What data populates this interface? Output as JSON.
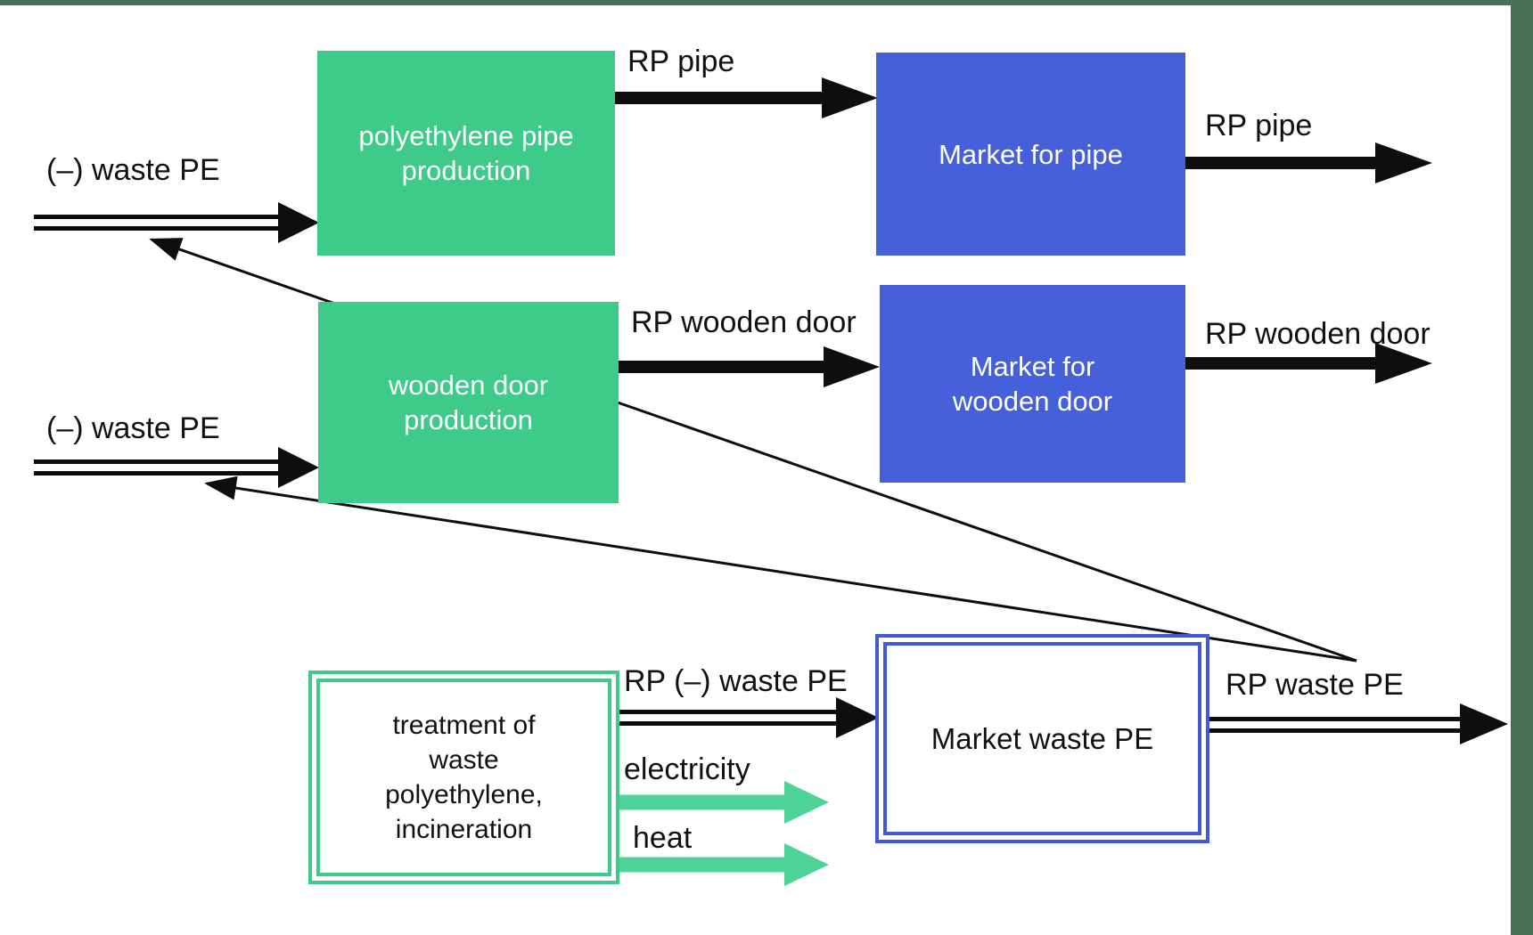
{
  "colors": {
    "background": "#ffffff",
    "green-box": "#3ecb8a",
    "green-arrow": "#4ed398",
    "blue-box": "#4560d8",
    "blue-border": "#4159d6",
    "frame-green": "#4a7053",
    "ink": "#0e0e0e",
    "box-text": "#ffffff",
    "label-text": "#111111"
  },
  "nodes": {
    "poly_pipe_production": {
      "line1": "polyethylene pipe",
      "line2": "production"
    },
    "market_pipe": {
      "line1": "Market for pipe"
    },
    "wooden_door_production": {
      "line1": "wooden door",
      "line2": "production"
    },
    "market_wooden_door": {
      "line1": "Market for",
      "line2": "wooden door"
    },
    "treatment_waste_pe": {
      "line1": "treatment of",
      "line2": "waste",
      "line3": "polyethylene,",
      "line4": "incineration"
    },
    "market_waste_pe": {
      "line1": "Market waste PE"
    }
  },
  "flow_labels": {
    "neg_waste_pe_pipe": "(–) waste PE",
    "neg_waste_pe_door": "(–) waste PE",
    "rp_pipe_production": "RP pipe",
    "rp_pipe_market": "RP pipe",
    "rp_wooden_door_production": "RP wooden door",
    "rp_wooden_door_market": "RP wooden door",
    "rp_neg_waste_pe": "RP (–) waste PE",
    "electricity": "electricity",
    "heat": "heat",
    "rp_waste_pe": "RP waste PE"
  }
}
